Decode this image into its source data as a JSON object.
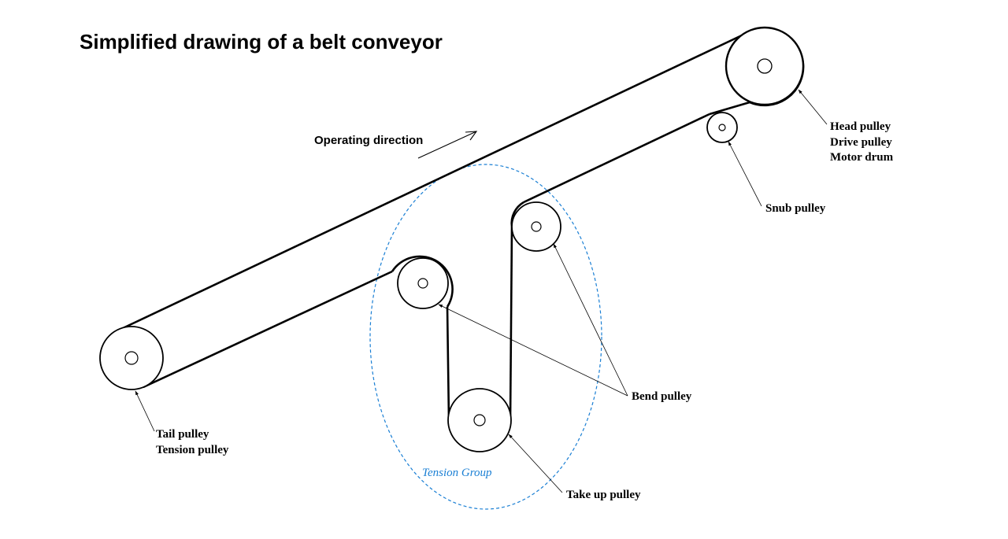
{
  "title": "Simplified drawing of a belt conveyor",
  "operating_direction": "Operating direction",
  "tension_group": {
    "label": "Tension Group",
    "color": "#1a7fd4"
  },
  "labels": {
    "head_pulley": [
      "Head pulley",
      "Drive pulley",
      "Motor drum"
    ],
    "snub_pulley": "Snub pulley",
    "bend_pulley": "Bend pulley",
    "take_up_pulley": "Take up pulley",
    "tail_pulley": [
      "Tail pulley",
      "Tension pulley"
    ]
  }
}
